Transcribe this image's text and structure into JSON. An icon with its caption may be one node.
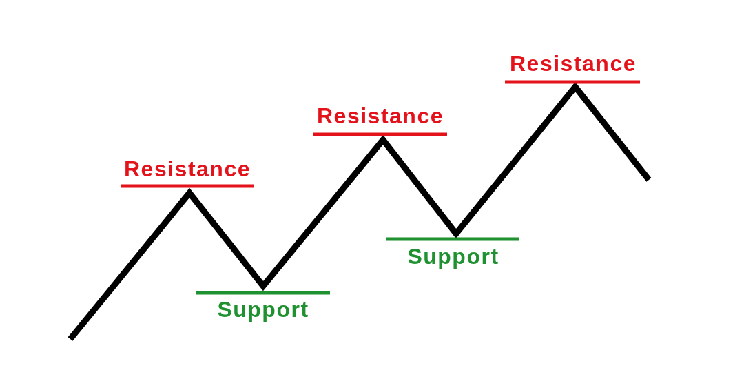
{
  "diagram": {
    "labels": [
      "Resistance",
      "Support",
      "Resistance",
      "Support",
      "Resistance"
    ]
  }
}
